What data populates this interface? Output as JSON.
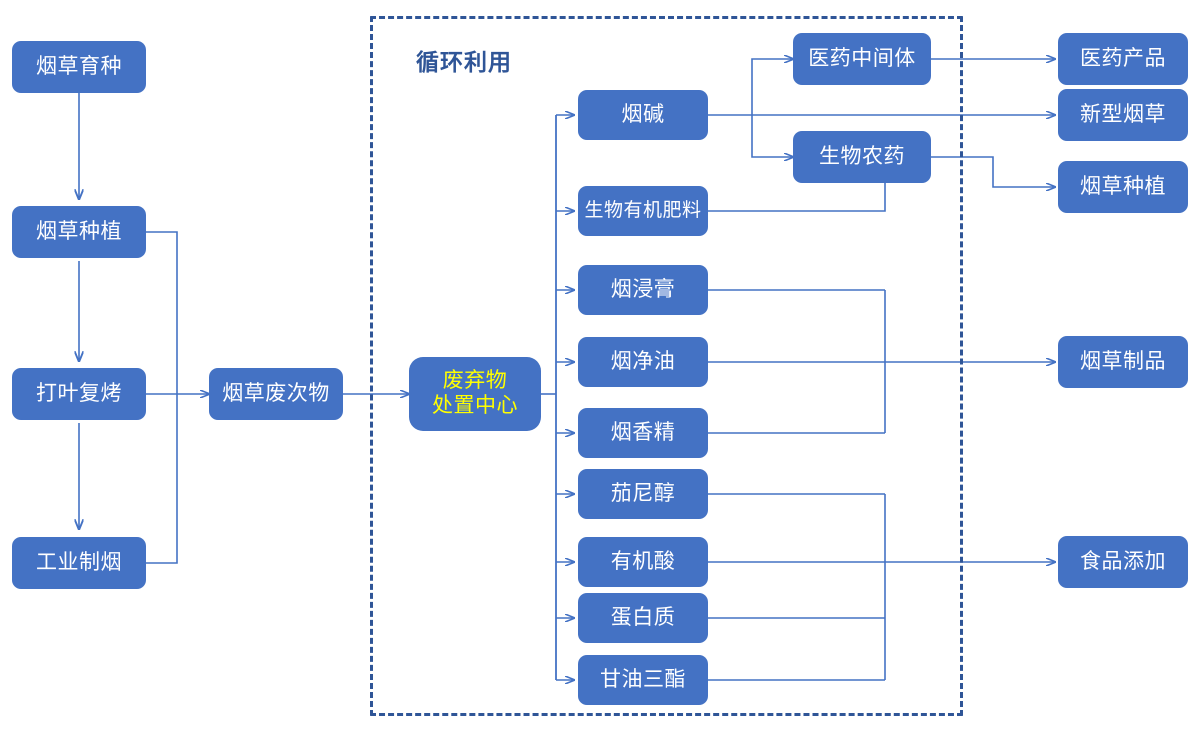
{
  "diagram": {
    "title_group": "循环利用",
    "colors": {
      "node_fill": "#4472c4",
      "node_text": "#ffffff",
      "hub_text": "#ffff00",
      "wire": "#4472c4",
      "group_border": "#2f5597",
      "group_title": "#2f5597",
      "background": "#ffffff"
    },
    "stages": {
      "breeding": "烟草育种",
      "planting": "烟草种植",
      "redrying": "打叶复烤",
      "manufacturing": "工业制烟",
      "waste": "烟草废次物",
      "hub_line1": "废弃物",
      "hub_line2": "处置中心"
    },
    "products": [
      {
        "id": "nicotine",
        "label": "烟碱"
      },
      {
        "id": "bio-organic-fertilizer",
        "label": "生物有机肥料"
      },
      {
        "id": "tobacco-extract",
        "label": "烟浸膏"
      },
      {
        "id": "tobacco-clean-oil",
        "label": "烟净油"
      },
      {
        "id": "tobacco-flavor",
        "label": "烟香精"
      },
      {
        "id": "solanesol",
        "label": "茄尼醇"
      },
      {
        "id": "organic-acid",
        "label": "有机酸"
      },
      {
        "id": "protein",
        "label": "蛋白质"
      },
      {
        "id": "triglyceride",
        "label": "甘油三酯"
      }
    ],
    "intermediates": [
      {
        "id": "pharma-intermediate",
        "label": "医药中间体"
      },
      {
        "id": "biopesticide",
        "label": "生物农药"
      }
    ],
    "outputs": [
      {
        "id": "pharma-product",
        "label": "医药产品"
      },
      {
        "id": "new-tobacco",
        "label": "新型烟草"
      },
      {
        "id": "tobacco-planting-out",
        "label": "烟草种植"
      },
      {
        "id": "tobacco-products",
        "label": "烟草制品"
      },
      {
        "id": "food-additive",
        "label": "食品添加"
      }
    ]
  }
}
